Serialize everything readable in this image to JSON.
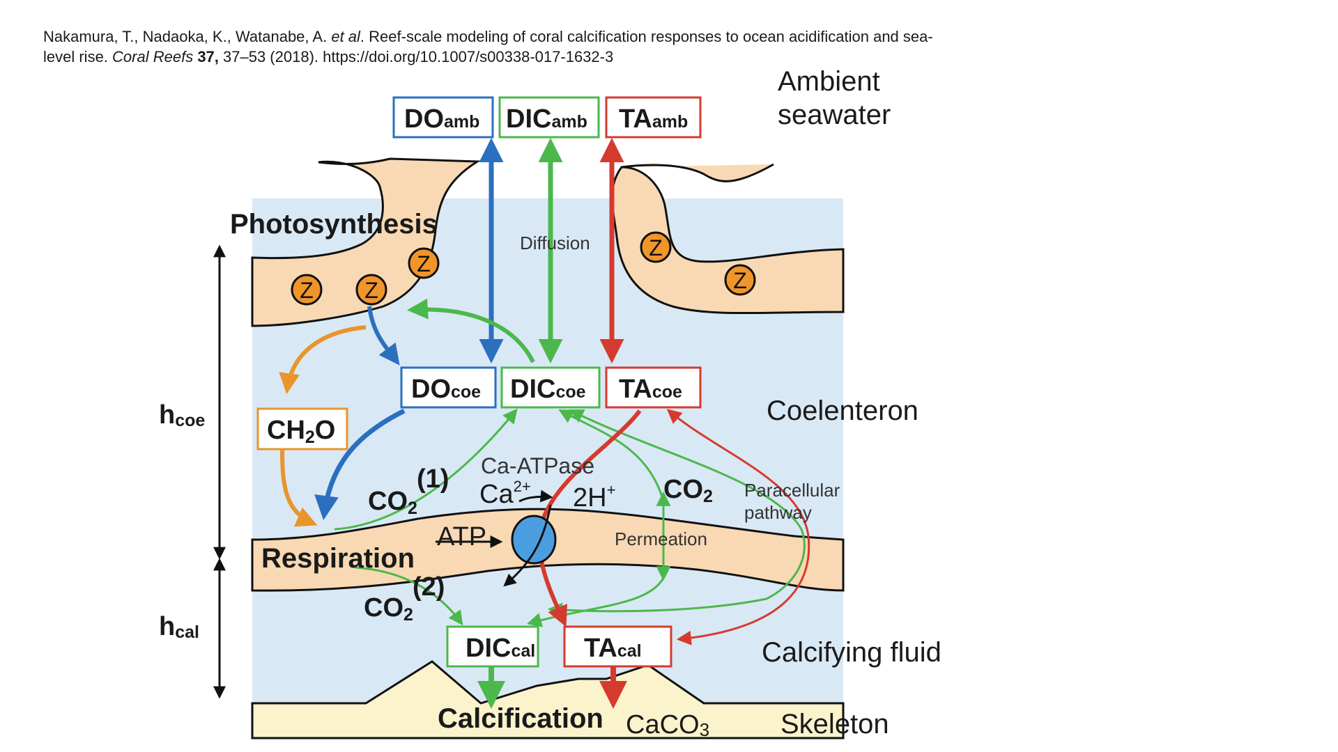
{
  "citation": {
    "authors": "Nakamura, T., Nadaoka, K., Watanabe, A. ",
    "etal": "et al",
    "title_part": ". Reef-scale modeling of coral calcification responses to ocean acidification and sea-level rise. ",
    "journal": "Coral Reefs",
    "volume": " 37,",
    "rest": " 37–53 (2018). https://doi.org/10.1007/s00338-017-1632-3"
  },
  "boxes": {
    "do_amb": {
      "main": "DO",
      "sub": "amb",
      "color": "#2b6fbf"
    },
    "dic_amb": {
      "main": "DIC",
      "sub": "amb",
      "color": "#4bb84b"
    },
    "ta_amb": {
      "main": "TA",
      "sub": "amb",
      "color": "#d63a2f"
    },
    "do_coe": {
      "main": "DO",
      "sub": "coe",
      "color": "#2b6fbf"
    },
    "dic_coe": {
      "main": "DIC",
      "sub": "coe",
      "color": "#4bb84b"
    },
    "ta_coe": {
      "main": "TA",
      "sub": "coe",
      "color": "#d63a2f"
    },
    "ch2o": {
      "main": "CH",
      "sub": "2",
      "tail": "O",
      "color": "#e8952a"
    },
    "dic_cal": {
      "main": "DIC",
      "sub": "cal",
      "color": "#4bb84b"
    },
    "ta_cal": {
      "main": "TA",
      "sub": "cal",
      "color": "#d63a2f"
    }
  },
  "labels": {
    "ambient_1": "Ambient",
    "ambient_2": "seawater",
    "photosynthesis": "Photosynthesis",
    "diffusion": "Diffusion",
    "coelenteron": "Coelenteron",
    "paracellular_1": "Paracellular",
    "paracellular_2": "pathway",
    "ca_atpase": "Ca-ATPase",
    "ca": "Ca",
    "ca_sup": "2+",
    "two_h": "2H",
    "two_h_sup": "+",
    "co2_left": "CO",
    "co2_left_sub": "2",
    "marker_1": "(1)",
    "co2_right": "CO",
    "co2_right_sub": "2",
    "atp": "ATP",
    "permeation": "Permeation",
    "respiration": "Respiration",
    "marker_2": "(2)",
    "co2_bottom": "CO",
    "co2_bottom_sub": "2",
    "calcifying_fluid": "Calcifying fluid",
    "calcification": "Calcification",
    "caco": "CaCO",
    "caco_sub": "3",
    "skeleton": "Skeleton",
    "h_coe": "h",
    "h_coe_sub": "coe",
    "h_cal": "h",
    "h_cal_sub": "cal",
    "zoox": "Z"
  },
  "colors": {
    "seawater": "#d9e8f5",
    "tissue": "#f8d9b4",
    "skeleton": "#fbf3cc",
    "blue": "#2b6fbf",
    "green": "#4bb84b",
    "red": "#d63a2f",
    "orange": "#e8952a",
    "zoox": "#f0952a",
    "pump": "#4a9ee0"
  }
}
